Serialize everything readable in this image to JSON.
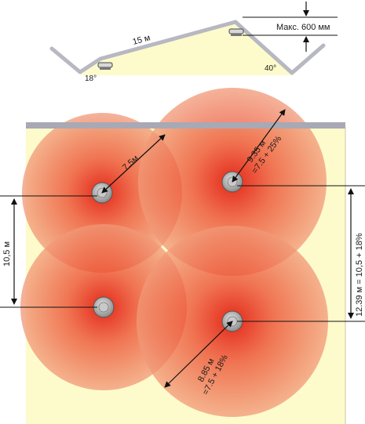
{
  "roof": {
    "slope_length": "15 м",
    "max_distance": "Макс. 600 мм",
    "angle_left": "18°",
    "angle_right": "40°"
  },
  "plan": {
    "radius_label": "7.5м",
    "diagonal_top_right": {
      "line1": "9.35 м",
      "line2": "=7.5 + 25%"
    },
    "diagonal_bottom_right": {
      "line1": "8.85 м",
      "line2": "=7.5 + 18%"
    },
    "spacing_left": "10,5 м",
    "spacing_right": "12.39 м = 10,5 + 18%"
  },
  "colors": {
    "background": "#fdfbcb",
    "coverage": "#e8402c",
    "ceiling_bar": "#a8a9b4",
    "detector": "#b9b9b9"
  }
}
